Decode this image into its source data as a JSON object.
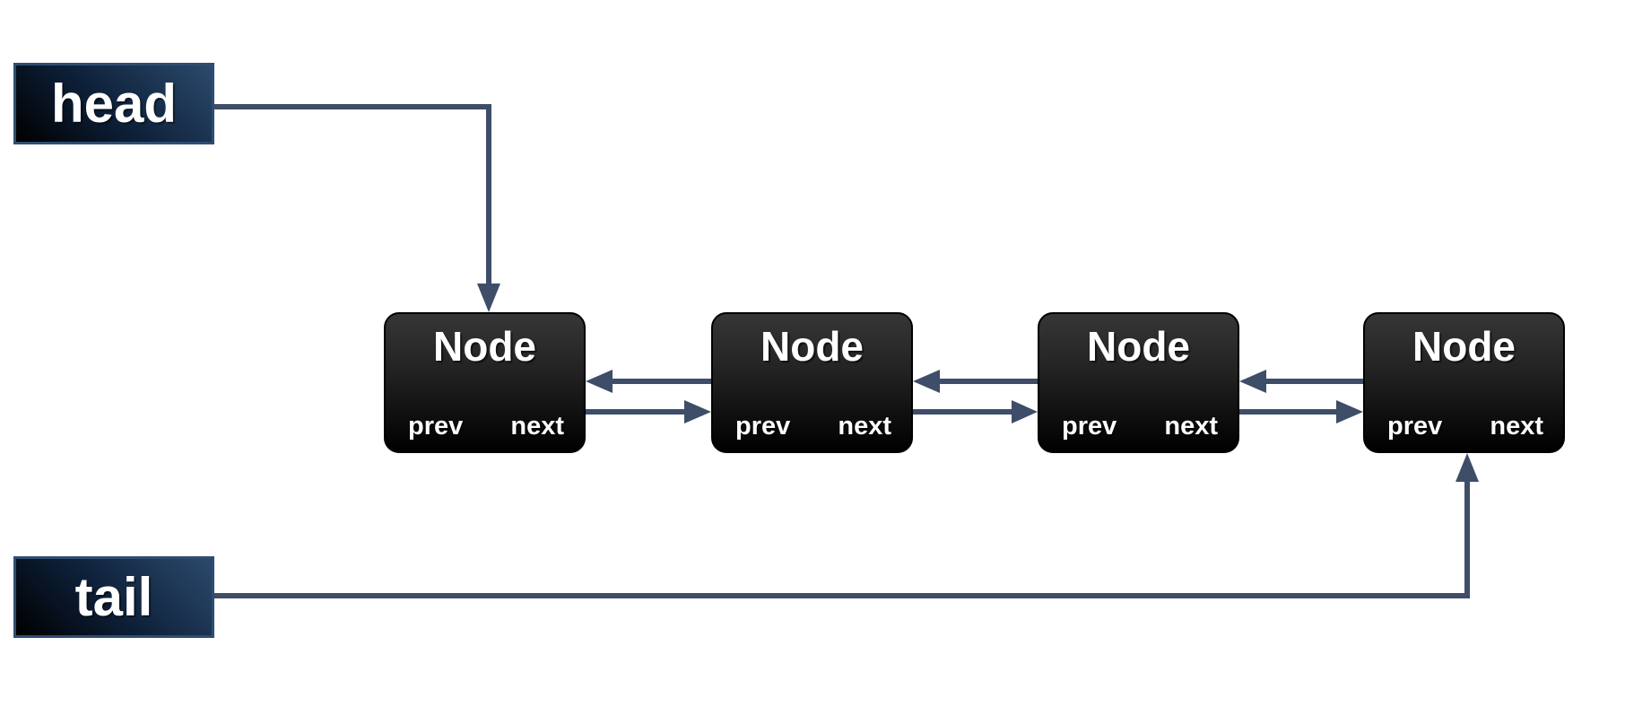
{
  "pointers": {
    "head": {
      "label": "head"
    },
    "tail": {
      "label": "tail"
    }
  },
  "nodes": [
    {
      "title": "Node",
      "prev_label": "prev",
      "next_label": "next"
    },
    {
      "title": "Node",
      "prev_label": "prev",
      "next_label": "next"
    },
    {
      "title": "Node",
      "prev_label": "prev",
      "next_label": "next"
    },
    {
      "title": "Node",
      "prev_label": "prev",
      "next_label": "next"
    }
  ],
  "colors": {
    "arrow": "#3E4D68",
    "pointer_border": "#2E4D72",
    "pointer_fill_light": "#2B4A6C",
    "pointer_fill_dark": "#000000",
    "node_fill_top": "#363636",
    "node_fill_bottom": "#000000",
    "node_border": "#000000",
    "label_text": "#FFFFFF",
    "background": "#FFFFFF"
  }
}
